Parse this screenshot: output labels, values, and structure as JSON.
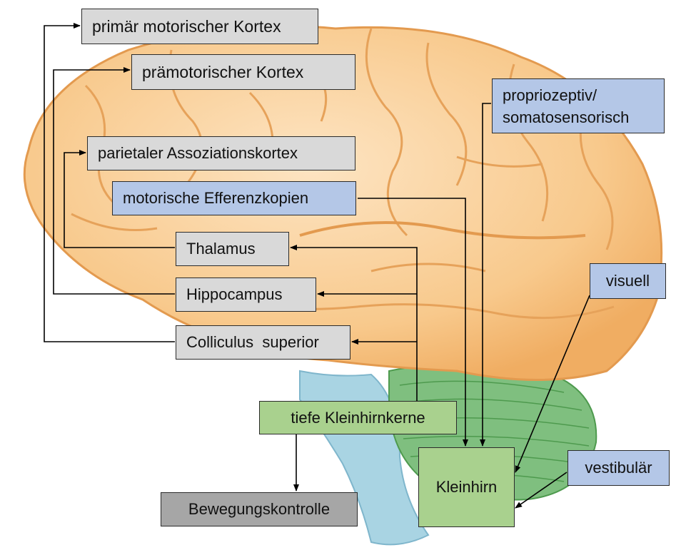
{
  "colors": {
    "cortex_fill": "#f8c98c",
    "cortex_outline": "#e39a4f",
    "cerebellum": "#7fbf7f",
    "brainstem": "#a9d4e3",
    "box_gray": "#d9d9d9",
    "box_blue": "#b4c7e7",
    "box_green": "#a9d18e",
    "box_dark": "#a6a6a6",
    "arrow": "#000000"
  },
  "targets": {
    "primary_motor": "primär motorischer Kortex",
    "premotor": "prämotorischer Kortex",
    "parietal": "parietaler Assoziationskortex",
    "thalamus": "Thalamus",
    "hippocampus": "Hippocampus",
    "colliculus": "Colliculus  superior"
  },
  "inputs": {
    "efference": "motorische Efferenzkopien",
    "proprio_line1": "propriozeptiv/",
    "proprio_line2": "somatosensorisch",
    "visual": "visuell",
    "vestibular": "vestibulär"
  },
  "nuclei": "tiefe Kleinhirnkerne",
  "cerebellum_label": "Kleinhirn",
  "output": "Bewegungskontrolle"
}
